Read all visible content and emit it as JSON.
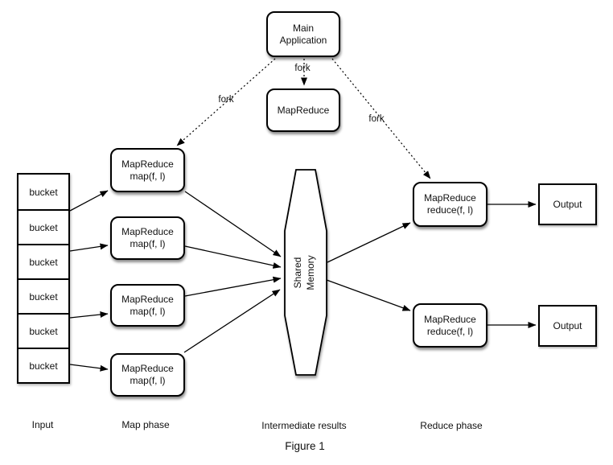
{
  "main_app": {
    "line1": "Main",
    "line2": "Application"
  },
  "controller": {
    "label": "MapReduce"
  },
  "fork": {
    "left": "fork",
    "center": "fork",
    "right": "fork"
  },
  "buckets": [
    "bucket",
    "bucket",
    "bucket",
    "bucket",
    "bucket",
    "bucket"
  ],
  "map_workers": [
    {
      "line1": "MapReduce",
      "line2": "map(f, l)"
    },
    {
      "line1": "MapReduce",
      "line2": "map(f, l)"
    },
    {
      "line1": "MapReduce",
      "line2": "map(f, l)"
    },
    {
      "line1": "MapReduce",
      "line2": "map(f, l)"
    }
  ],
  "shared_memory": {
    "line1": "Shared",
    "line2": "Memory"
  },
  "reduce_workers": [
    {
      "line1": "MapReduce",
      "line2": "reduce(f, l)"
    },
    {
      "line1": "MapReduce",
      "line2": "reduce(f, l)"
    }
  ],
  "outputs": [
    "Output",
    "Output"
  ],
  "phase_labels": {
    "input": "Input",
    "map": "Map phase",
    "intermediate": "Intermediate results",
    "reduce": "Reduce phase"
  },
  "caption": "Figure 1",
  "colors": {
    "stroke": "#000000",
    "box_fill": "#ffffff",
    "text": "#111111",
    "background": "#ffffff"
  }
}
